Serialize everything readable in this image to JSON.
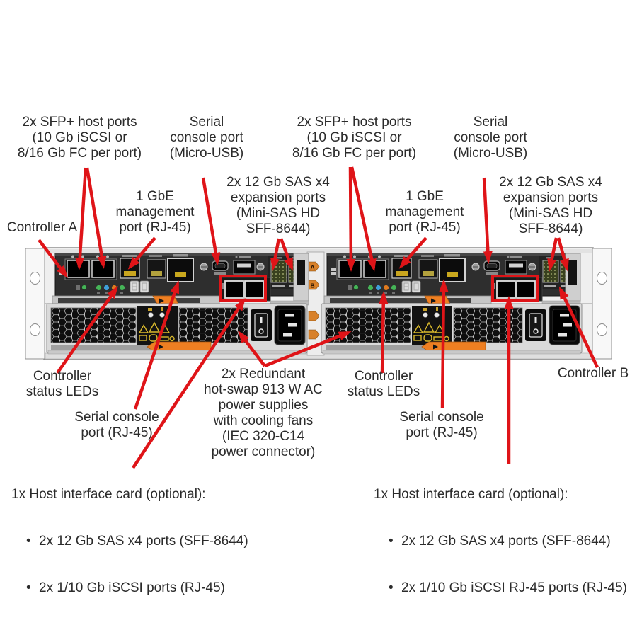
{
  "colors": {
    "arrow_red": "#df1418",
    "handle_orange": "#ee7f22",
    "warning_yellow": "#d9b92c",
    "chassis_gray": "#efefef",
    "panel_dark": "#2e2e2e",
    "text": "#2b2b2b"
  },
  "callouts": {
    "sfp_left": {
      "text": "2x SFP+ host ports\n(10 Gb iSCSI or\n8/16 Gb FC per port)"
    },
    "serial_usb_left": {
      "text": "Serial\nconsole port\n(Micro-USB)"
    },
    "sfp_right": {
      "text": "2x SFP+ host ports\n(10 Gb iSCSI or\n8/16 Gb FC per port)"
    },
    "serial_usb_right": {
      "text": "Serial\nconsole port\n(Micro-USB)"
    },
    "mgmt_left": {
      "text": "1 GbE\nmanagement\nport (RJ-45)"
    },
    "sas_left": {
      "text": "2x 12 Gb SAS x4\nexpansion ports\n(Mini-SAS HD\nSFF-8644)"
    },
    "mgmt_right": {
      "text": "1 GbE\nmanagement\nport (RJ-45)"
    },
    "sas_right": {
      "text": "2x 12 Gb SAS x4\nexpansion ports\n(Mini-SAS HD\nSFF-8644)"
    },
    "controller_a": {
      "text": "Controller A"
    },
    "controller_b": {
      "text": "Controller B"
    },
    "status_left": {
      "text": "Controller\nstatus LEDs"
    },
    "status_right": {
      "text": "Controller\nstatus LEDs"
    },
    "psu": {
      "text": "2x Redundant\nhot-swap 913 W AC\npower supplies\nwith cooling fans\n(IEC 320-C14\npower connector)"
    },
    "serial_rj45_left": {
      "text": "Serial console\nport (RJ-45)"
    },
    "serial_rj45_right": {
      "text": "Serial console\nport (RJ-45)"
    },
    "hic_left": {
      "title": "1x Host interface card (optional):",
      "bullet": "•",
      "items": [
        "2x 12 Gb SAS x4 ports (SFF-8644)",
        "2x 1/10 Gb iSCSI ports (RJ-45)"
      ]
    },
    "hic_right": {
      "title": "1x Host interface card (optional):",
      "bullet": "•",
      "items": [
        "2x 12 Gb SAS x4 ports (SFF-8644)",
        "2x 1/10 Gb iSCSI RJ-45 ports (RJ-45)"
      ]
    }
  },
  "chassis": {
    "slot_markers": [
      "A",
      "B"
    ],
    "icon_names": [
      "sfp-port",
      "rj45-port",
      "serial-console-rj45-port",
      "micro-usb-port",
      "usb-a-port",
      "sas-expansion-port",
      "hic-port",
      "status-led",
      "seven-segment-display",
      "fan-vent",
      "power-switch",
      "iec-c14-inlet",
      "release-lever",
      "rack-ear",
      "warning-icons"
    ]
  }
}
